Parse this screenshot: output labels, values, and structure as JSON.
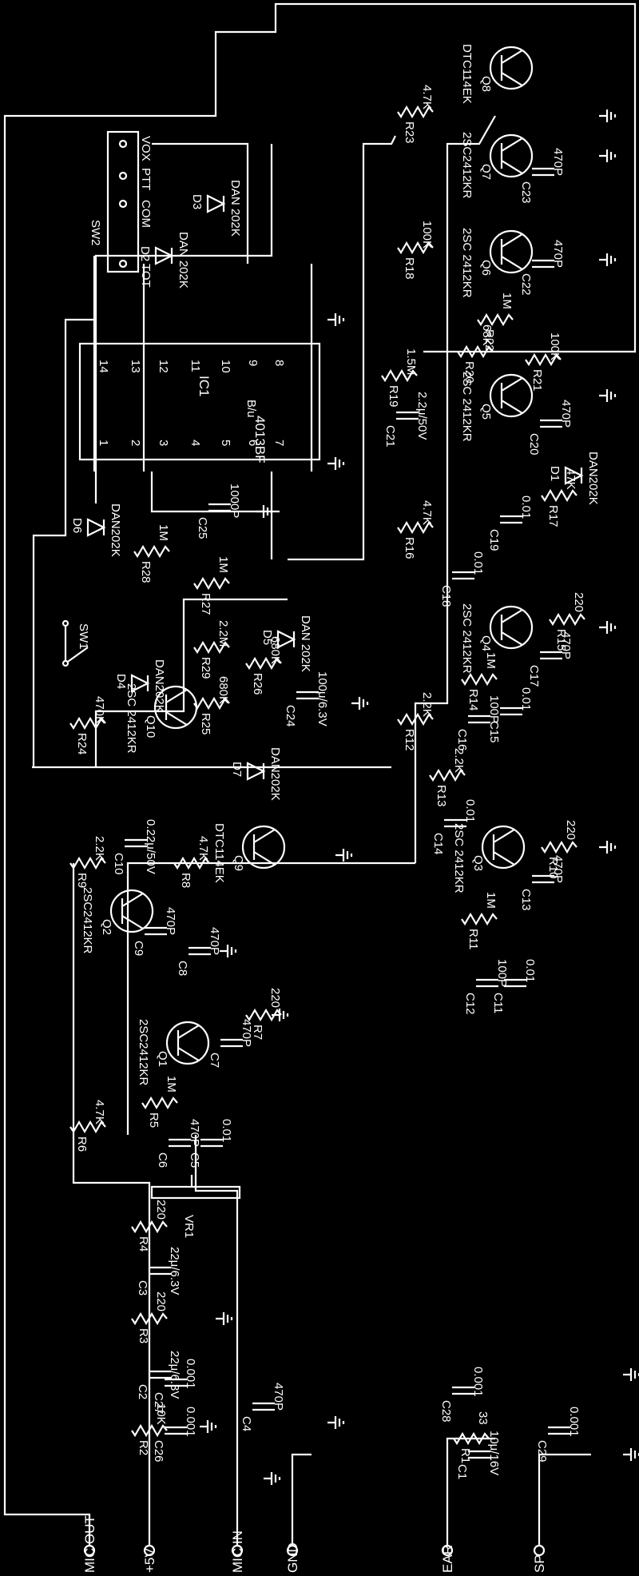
{
  "terminals": [
    "MIC OUT",
    "+5V",
    "MIC IN",
    "GND",
    "EAR",
    "SP"
  ],
  "switch": {
    "name": "SW2",
    "positions": [
      "VOX",
      "PTT",
      "COM",
      "TOT"
    ]
  },
  "ic": {
    "ref": "IC1",
    "part": "4013BF",
    "pins_top": [
      "14",
      "13",
      "12",
      "11",
      "10",
      "9",
      "8"
    ],
    "pins_bottom": [
      "1",
      "2",
      "3",
      "4",
      "5",
      "6",
      "7"
    ],
    "annotation": "B/u"
  },
  "sw1": {
    "name": "SW1"
  },
  "transistors": [
    {
      "ref": "Q1",
      "part": "2SC2412KR"
    },
    {
      "ref": "Q2",
      "part": "2SC2412KR"
    },
    {
      "ref": "Q3",
      "part": "2SC 2412KR"
    },
    {
      "ref": "Q4",
      "part": "2SC 2412KR"
    },
    {
      "ref": "Q5",
      "part": "2SC 2412KR"
    },
    {
      "ref": "Q6",
      "part": "2SC 2412KR"
    },
    {
      "ref": "Q7",
      "part": "2SC2412KR"
    },
    {
      "ref": "Q8",
      "part": "DTC114EK"
    },
    {
      "ref": "Q9",
      "part": "DTC114EK"
    },
    {
      "ref": "Q10",
      "part": "2SC 2412KR"
    }
  ],
  "diodes": [
    {
      "ref": "D1",
      "part": "DAN202K"
    },
    {
      "ref": "D2",
      "part": "DAN 202K"
    },
    {
      "ref": "D3",
      "part": "DAN 202K"
    },
    {
      "ref": "D4",
      "part": "DAN202K"
    },
    {
      "ref": "D5",
      "part": "DAN 202K"
    },
    {
      "ref": "D6",
      "part": "DAN202K"
    },
    {
      "ref": "D7",
      "part": "DAN202K"
    }
  ],
  "resistors": [
    {
      "ref": "R1",
      "value": "33"
    },
    {
      "ref": "R2",
      "value": "10K"
    },
    {
      "ref": "R3",
      "value": "220"
    },
    {
      "ref": "R4",
      "value": "220"
    },
    {
      "ref": "R5",
      "value": "1M"
    },
    {
      "ref": "R6",
      "value": "4.7K"
    },
    {
      "ref": "R7",
      "value": "220"
    },
    {
      "ref": "R8",
      "value": "4.7K"
    },
    {
      "ref": "R9",
      "value": "2.2K"
    },
    {
      "ref": "R10",
      "value": "220"
    },
    {
      "ref": "R11",
      "value": "1M"
    },
    {
      "ref": "R12",
      "value": "2.2K"
    },
    {
      "ref": "R13",
      "value": "2.2K"
    },
    {
      "ref": "R14",
      "value": "1M"
    },
    {
      "ref": "R15",
      "value": "220"
    },
    {
      "ref": "R16",
      "value": "4.7K"
    },
    {
      "ref": "R17",
      "value": "47K"
    },
    {
      "ref": "R18",
      "value": "100K"
    },
    {
      "ref": "R19",
      "value": "1.5M"
    },
    {
      "ref": "R20",
      "value": "68K"
    },
    {
      "ref": "R21",
      "value": "100K"
    },
    {
      "ref": "R22",
      "value": "1M"
    },
    {
      "ref": "R23",
      "value": "4.7K"
    },
    {
      "ref": "R24",
      "value": "470K"
    },
    {
      "ref": "R25",
      "value": "680K"
    },
    {
      "ref": "R26",
      "value": "680K"
    },
    {
      "ref": "R27",
      "value": "1M"
    },
    {
      "ref": "R28",
      "value": "1M"
    },
    {
      "ref": "R29",
      "value": "2.2M"
    }
  ],
  "capacitors": [
    {
      "ref": "C1",
      "value": "10μ/16V"
    },
    {
      "ref": "C2",
      "value": "22μ/6.3V"
    },
    {
      "ref": "C3",
      "value": "22μ/6.3V"
    },
    {
      "ref": "C4",
      "value": "470P"
    },
    {
      "ref": "C5",
      "value": "0.01"
    },
    {
      "ref": "C6",
      "value": "470P"
    },
    {
      "ref": "C7",
      "value": "470P"
    },
    {
      "ref": "C8",
      "value": "470P"
    },
    {
      "ref": "C9",
      "value": "470P"
    },
    {
      "ref": "C10",
      "value": "0.22μ/50V"
    },
    {
      "ref": "C11",
      "value": "0.01"
    },
    {
      "ref": "C12",
      "value": "100P"
    },
    {
      "ref": "C13",
      "value": "470P"
    },
    {
      "ref": "C14",
      "value": "0.01"
    },
    {
      "ref": "C15",
      "value": "0.01"
    },
    {
      "ref": "C16",
      "value": "100P"
    },
    {
      "ref": "C17",
      "value": "470P"
    },
    {
      "ref": "C18",
      "value": "0.01"
    },
    {
      "ref": "C19",
      "value": "0.01"
    },
    {
      "ref": "C20",
      "value": "470P"
    },
    {
      "ref": "C21",
      "value": "2.2μ/50V"
    },
    {
      "ref": "C22",
      "value": "470P"
    },
    {
      "ref": "C23",
      "value": "470P"
    },
    {
      "ref": "C24",
      "value": "100μ/6.3V"
    },
    {
      "ref": "C25",
      "value": "1000P"
    },
    {
      "ref": "C26",
      "value": "0.001"
    },
    {
      "ref": "C27",
      "value": "0.001"
    },
    {
      "ref": "C28",
      "value": "0.001"
    },
    {
      "ref": "C29",
      "value": "0.001"
    }
  ],
  "pot": {
    "ref": "VR1"
  }
}
